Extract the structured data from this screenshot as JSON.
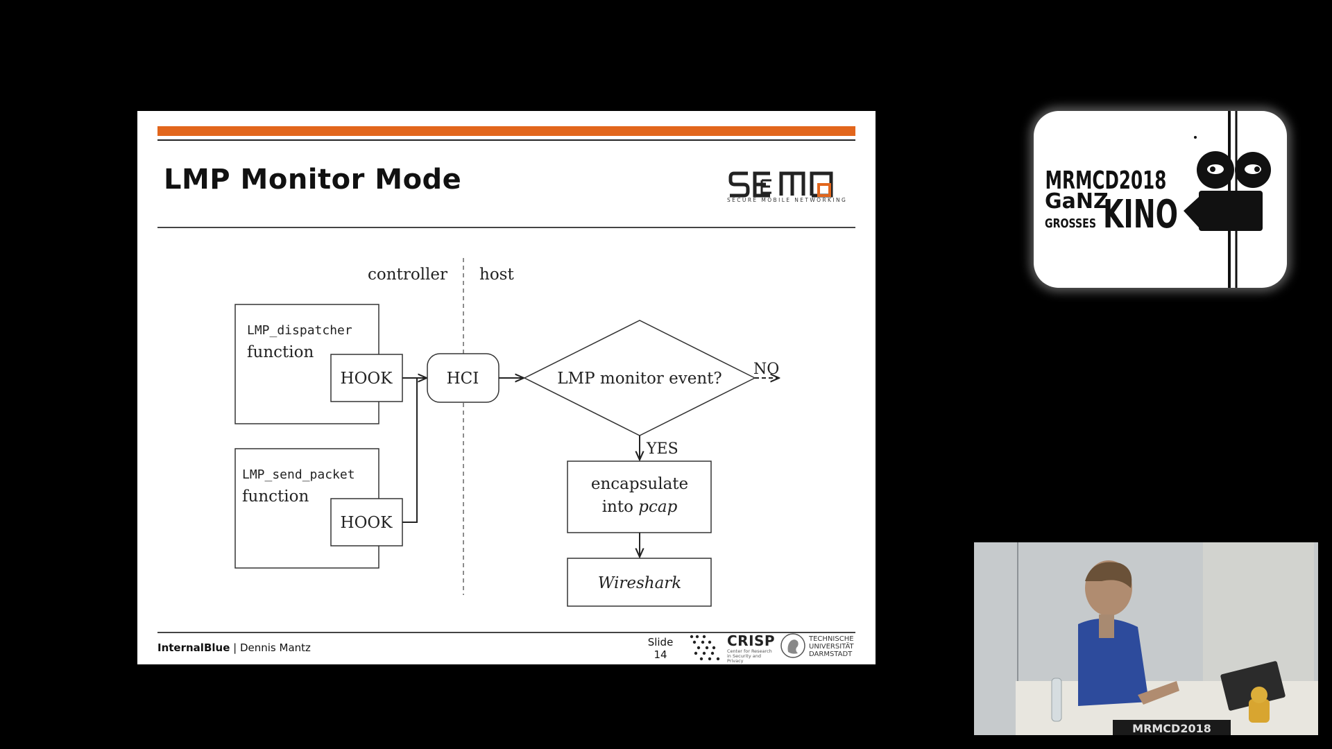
{
  "slide": {
    "title": "LMP Monitor Mode",
    "logo_tagline": "SECURE MOBILE NETWORKING",
    "accent_color": "#e2661c"
  },
  "diagram": {
    "label_controller": "controller",
    "label_host": "host",
    "dispatcher_name": "LMP_dispatcher",
    "dispatcher_word": "function",
    "send_packet_name": "LMP_send_packet",
    "send_packet_word": "function",
    "hook1": "HOOK",
    "hook2": "HOOK",
    "hci": "HCI",
    "decision": "LMP monitor event?",
    "no": "NO",
    "yes": "YES",
    "encapsulate_line1": "encapsulate",
    "encapsulate_line2_prefix": "into ",
    "encapsulate_line2_italic": "pcap",
    "wireshark": "Wireshark"
  },
  "footer": {
    "project": "InternalBlue",
    "separator": " | ",
    "author": "Dennis Mantz",
    "slide_word": "Slide",
    "slide_number": "14",
    "crisp_name": "CRISP",
    "crisp_line1": "Center for Research",
    "crisp_line2": "in Security and Privacy",
    "tud_line1": "TECHNISCHE",
    "tud_line2": "UNIVERSITÄT",
    "tud_line3": "DARMSTADT"
  },
  "event_logo": {
    "line1": "MRMCD2018",
    "line2a": "GaNZ",
    "line2b": "KINO",
    "line3": "GROSSES"
  },
  "speaker_cam": {
    "banner_text": "MRMCD2018"
  }
}
